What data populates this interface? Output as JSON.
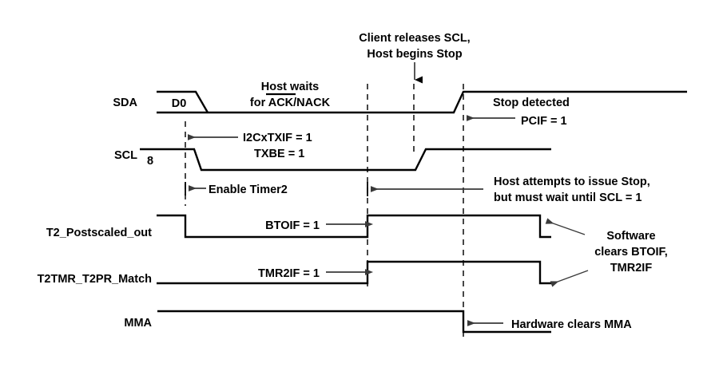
{
  "diagram": {
    "title": "I2C Host Transmit Stop Timing with Timer2",
    "background": "#ffffff",
    "line_color": "#000000",
    "dash_color": "#333333",
    "annotation_color": "#3a3a3a"
  },
  "signals": [
    {
      "name": "SDA",
      "label": "SDA"
    },
    {
      "name": "SCL",
      "label": "SCL"
    },
    {
      "name": "T2_Postscaled_out",
      "label": "T2_Postscaled_out"
    },
    {
      "name": "T2TMR_T2PR_Match",
      "label": "T2TMR_T2PR_Match"
    },
    {
      "name": "MMA",
      "label": "MMA"
    }
  ],
  "bus_values": [
    {
      "signal": "SDA",
      "value": "D0"
    },
    {
      "signal": "SCL",
      "value": "8"
    }
  ],
  "annotations": [
    {
      "id": "host-waits",
      "line1": "Host waits",
      "line2": "for ACK/NACK",
      "overline_on": "ACK"
    },
    {
      "id": "client-releases",
      "line1": "Client releases SCL,",
      "line2": "Host begins Stop"
    },
    {
      "id": "i2cxtxif",
      "line1": "I2CxTXIF = 1",
      "line2": "TXBE = 1"
    },
    {
      "id": "enable-timer2",
      "line1": "Enable Timer2"
    },
    {
      "id": "stop-detected",
      "line1": "Stop detected",
      "line2": "PCIF = 1"
    },
    {
      "id": "host-attempts",
      "line1": "Host attempts to issue Stop,",
      "line2": "but must wait until SCL = 1"
    },
    {
      "id": "btoif",
      "line1": "BTOIF = 1"
    },
    {
      "id": "tmr2if",
      "line1": "TMR2IF = 1"
    },
    {
      "id": "software-clears",
      "line1": "Software",
      "line2": "clears BTOIF,",
      "line3": "TMR2IF"
    },
    {
      "id": "hardware-clears",
      "line1": "Hardware clears MMA"
    }
  ],
  "chart_data": {
    "type": "line",
    "title": "I2C Host Transmit Stop Timing with Timer2",
    "xlabel": "",
    "ylabel": "",
    "grid": false,
    "legend": "none",
    "markers": [
      {
        "name": "scl-falling-edge-marker",
        "x": 232
      },
      {
        "name": "client-releases-marker",
        "x": 518
      },
      {
        "name": "timer-match-marker",
        "x": 460
      },
      {
        "name": "stop-detect-marker",
        "x": 580
      }
    ],
    "series": [
      {
        "name": "SDA",
        "states": [
          {
            "t": 196,
            "level": "bus-high"
          },
          {
            "t": 245,
            "level": "bus-fall"
          },
          {
            "t": 260,
            "level": "low"
          },
          {
            "t": 568,
            "level": "rise"
          },
          {
            "t": 580,
            "level": "high"
          },
          {
            "t": 860,
            "level": "high"
          }
        ]
      },
      {
        "name": "SCL",
        "states": [
          {
            "t": 175,
            "level": "high"
          },
          {
            "t": 243,
            "level": "fall"
          },
          {
            "t": 252,
            "level": "low"
          },
          {
            "t": 520,
            "level": "rise"
          },
          {
            "t": 533,
            "level": "high"
          },
          {
            "t": 690,
            "level": "high"
          }
        ]
      },
      {
        "name": "T2_Postscaled_out",
        "states": [
          {
            "t": 196,
            "level": "high"
          },
          {
            "t": 232,
            "level": "low"
          },
          {
            "t": 460,
            "level": "high"
          },
          {
            "t": 676,
            "level": "low"
          },
          {
            "t": 690,
            "level": "low"
          }
        ]
      },
      {
        "name": "T2TMR_T2PR_Match",
        "states": [
          {
            "t": 196,
            "level": "low"
          },
          {
            "t": 460,
            "level": "high"
          },
          {
            "t": 676,
            "level": "low"
          },
          {
            "t": 690,
            "level": "low"
          }
        ]
      },
      {
        "name": "MMA",
        "states": [
          {
            "t": 197,
            "level": "high"
          },
          {
            "t": 580,
            "level": "low"
          },
          {
            "t": 690,
            "level": "low"
          }
        ]
      }
    ]
  }
}
